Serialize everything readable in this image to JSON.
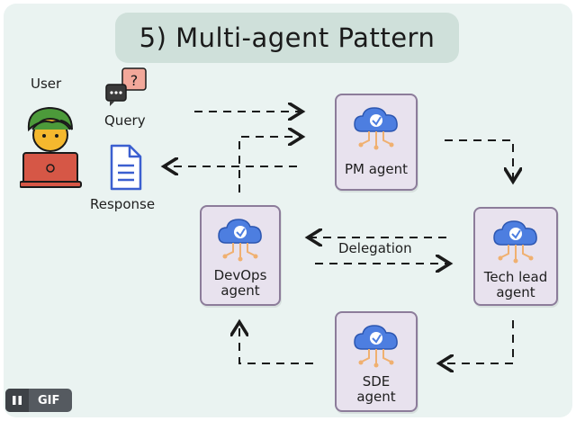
{
  "title": "5) Multi-agent Pattern",
  "user": {
    "label": "User"
  },
  "query": {
    "label": "Query",
    "bubble": "?"
  },
  "response": {
    "label": "Response"
  },
  "agents": {
    "pm": {
      "line1": "PM agent",
      "line2": ""
    },
    "devops": {
      "line1": "DevOps",
      "line2": "agent"
    },
    "techlead": {
      "line1": "Tech lead",
      "line2": "agent"
    },
    "sde": {
      "line1": "SDE",
      "line2": "agent"
    }
  },
  "delegation_label": "Delegation",
  "badge": {
    "text": "GIF",
    "pause_icon": "pause-icon"
  },
  "colors": {
    "background": "#eaf3f1",
    "title_bg": "#cfe0da",
    "agent_bg": "#e8e2ee",
    "agent_border": "#8c7c9a",
    "cloud": "#4d7ee0",
    "circuit": "#f0b070",
    "user_skin": "#f5b82e",
    "user_hair": "#4c9a3a",
    "laptop": "#d65746"
  }
}
